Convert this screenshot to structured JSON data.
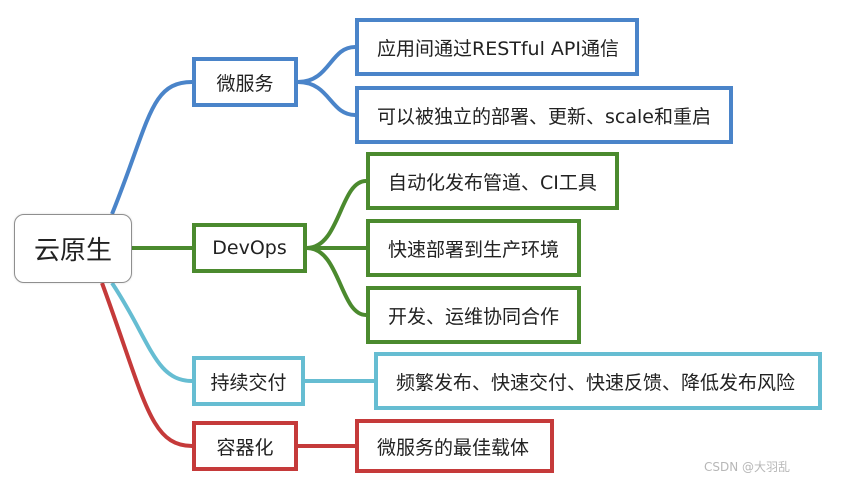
{
  "root": {
    "label": "云原生"
  },
  "branches": [
    {
      "label": "微服务",
      "color": "#4a84c9",
      "children": [
        "应用间通过RESTful API通信",
        "可以被独立的部署、更新、scale和重启"
      ]
    },
    {
      "label": "DevOps",
      "color": "#4b8a2e",
      "children": [
        "自动化发布管道、CI工具",
        "快速部署到生产环境",
        "开发、运维协同合作"
      ]
    },
    {
      "label": "持续交付",
      "color": "#66bdd2",
      "children": [
        "频繁发布、快速交付、快速反馈、降低发布风险"
      ]
    },
    {
      "label": "容器化",
      "color": "#c53a3a",
      "children": [
        "微服务的最佳载体"
      ]
    }
  ],
  "watermark": "CSDN @大羽乱"
}
